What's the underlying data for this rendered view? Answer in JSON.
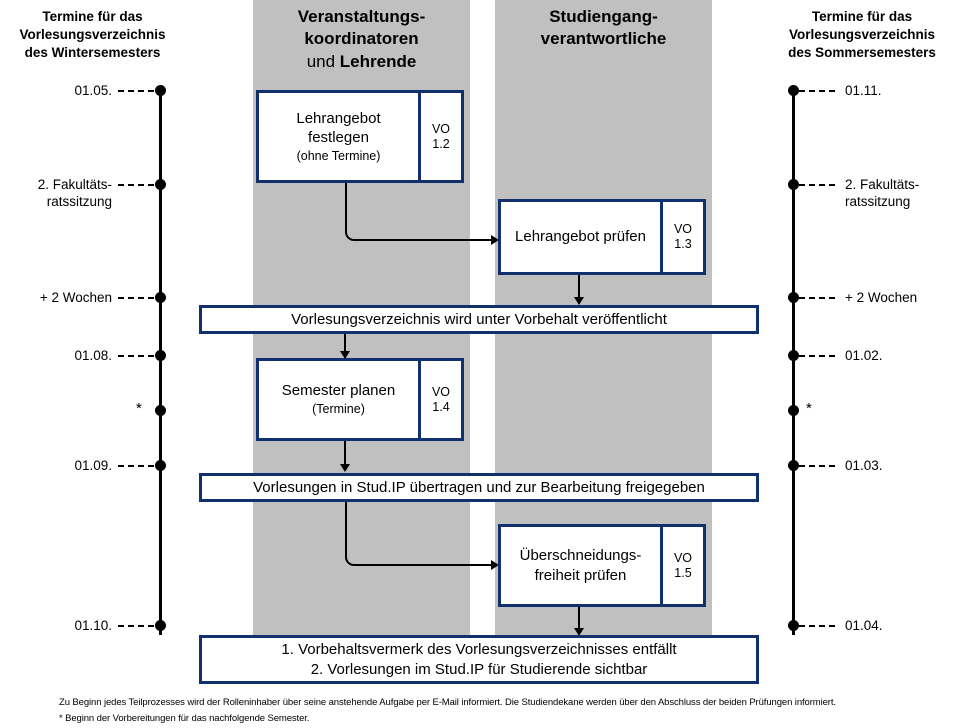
{
  "lanes": {
    "coordinators": {
      "line1": "Veranstaltungs-",
      "line2": "koordinatoren",
      "line3_thin": "und ",
      "line3_bold": "Lehrende"
    },
    "program": {
      "line1": "Studiengang-",
      "line2": "verantwortliche"
    }
  },
  "left_timeline": {
    "title": "Termine für das\nVorlesungsverzeichnis\ndes Wintersemesters",
    "markers": [
      {
        "label": "01.05.",
        "dashed": true,
        "star": false
      },
      {
        "label": "2. Fakultäts-\nratssitzung",
        "dashed": true,
        "star": false
      },
      {
        "label": "+ 2 Wochen",
        "dashed": true,
        "star": false
      },
      {
        "label": "01.08.",
        "dashed": true,
        "star": false
      },
      {
        "label": "*",
        "dashed": false,
        "star": true
      },
      {
        "label": "01.09.",
        "dashed": true,
        "star": false
      },
      {
        "label": "01.10.",
        "dashed": true,
        "star": false
      }
    ]
  },
  "right_timeline": {
    "title": "Termine für das\nVorlesungsverzeichnis\ndes Sommersemesters",
    "markers": [
      {
        "label": "01.11.",
        "dashed": true,
        "star": false
      },
      {
        "label": "2. Fakultäts-\nratssitzung",
        "dashed": true,
        "star": false
      },
      {
        "label": "+ 2 Wochen",
        "dashed": true,
        "star": false
      },
      {
        "label": "01.02.",
        "dashed": true,
        "star": false
      },
      {
        "label": "*",
        "dashed": false,
        "star": true
      },
      {
        "label": "01.03.",
        "dashed": true,
        "star": false
      },
      {
        "label": "01.04.",
        "dashed": true,
        "star": false
      }
    ]
  },
  "process_boxes": [
    {
      "id": "vo12",
      "main": "Lehrangebot\nfestlegen",
      "sub": "(ohne Termine)",
      "vo_top": "VO",
      "vo_bottom": "1.2"
    },
    {
      "id": "vo13",
      "main": "Lehrangebot prüfen",
      "sub": "",
      "vo_top": "VO",
      "vo_bottom": "1.3"
    },
    {
      "id": "vo14",
      "main": "Semester planen",
      "sub": "(Termine)",
      "vo_top": "VO",
      "vo_bottom": "1.4"
    },
    {
      "id": "vo15",
      "main": "Überschneidungs-\nfreiheit prüfen",
      "sub": "",
      "vo_top": "VO",
      "vo_bottom": "1.5"
    }
  ],
  "milestone_bars": [
    {
      "id": "bar1",
      "text": "Vorlesungsverzeichnis wird unter Vorbehalt veröffentlicht"
    },
    {
      "id": "bar2",
      "text": "Vorlesungen in Stud.IP übertragen und zur Bearbeitung freigegeben"
    },
    {
      "id": "bar3",
      "text": "1. Vorbehaltsvermerk des Vorlesungsverzeichnisses entfällt\n2. Vorlesungen im Stud.IP für Studierende sichtbar"
    }
  ],
  "footnotes": [
    "Zu Beginn jedes Teilprozesses wird der Rolleninhaber über seine anstehende Aufgabe per E-Mail informiert. Die Studiendekane werden über den Abschluss der beiden Prüfungen informiert.",
    "* Beginn der Vorbereitungen für das nachfolgende Semester."
  ],
  "colors": {
    "box_border": "#10306e",
    "lane_band": "#c0c0c0",
    "line": "#000000",
    "background": "#ffffff"
  }
}
